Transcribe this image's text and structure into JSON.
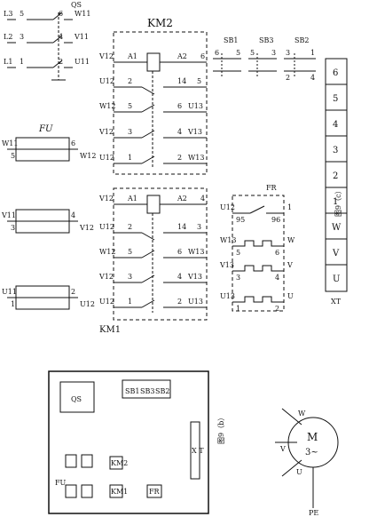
{
  "qs": {
    "rows": [
      {
        "left": "L3",
        "num_l": "5",
        "num_r": "6",
        "right": "W11"
      },
      {
        "left": "L2",
        "num_l": "3",
        "num_r": "4",
        "right": "V11"
      },
      {
        "left": "L1",
        "num_l": "1",
        "num_r": "2",
        "right": "U11"
      }
    ],
    "name": "QS"
  },
  "fu": {
    "name": "FU",
    "blocks": [
      {
        "top_l": "W11",
        "top_n": "5",
        "bot_n": "6",
        "bot_l": "W12"
      },
      {
        "top_l": "V11",
        "top_n": "3",
        "bot_n": "4",
        "bot_l": "V12"
      },
      {
        "top_l": "U11",
        "top_n": "1",
        "bot_n": "2",
        "bot_l": "U12"
      }
    ]
  },
  "km2": {
    "name": "KM2",
    "coil": {
      "top_l": "V12",
      "top_n": "A1",
      "bot_n": "A2",
      "bot_l": "6"
    },
    "rows": [
      {
        "top_l": "U12",
        "top_n": "2",
        "bot_n": "14",
        "bot_l": "5"
      },
      {
        "top_l": "W12",
        "top_n": "5",
        "bot_n": "6",
        "bot_l": "U13"
      },
      {
        "top_l": "V12",
        "top_n": "3",
        "bot_n": "4",
        "bot_l": "V13"
      },
      {
        "top_l": "U12",
        "top_n": "1",
        "bot_n": "2",
        "bot_l": "W13"
      }
    ]
  },
  "km1": {
    "name": "KM1",
    "coil": {
      "top_l": "V12",
      "top_n": "A1",
      "bot_n": "A2",
      "bot_l": "4"
    },
    "rows": [
      {
        "top_l": "U12",
        "top_n": "2",
        "bot_n": "14",
        "bot_l": "3"
      },
      {
        "top_l": "W12",
        "top_n": "5",
        "bot_n": "6",
        "bot_l": "W13"
      },
      {
        "top_l": "V12",
        "top_n": "3",
        "bot_n": "4",
        "bot_l": "V13"
      },
      {
        "top_l": "U12",
        "top_n": "1",
        "bot_n": "2",
        "bot_l": "U13"
      }
    ]
  },
  "sb": {
    "sb1": "SB1",
    "sb3": "SB3",
    "sb2": "SB2",
    "n": [
      "6",
      "5",
      "5",
      "3",
      "3",
      "1",
      "2",
      "4"
    ]
  },
  "fr": {
    "name": "FR",
    "rows": [
      {
        "top_l": "U12",
        "top_n": "95",
        "bot_n": "96",
        "bot_l": "1"
      },
      {
        "top_l": "W13",
        "top_n": "5",
        "bot_n": "6",
        "bot_l": "W"
      },
      {
        "top_l": "V13",
        "top_n": "3",
        "bot_n": "4",
        "bot_l": "V"
      },
      {
        "top_l": "U13",
        "top_n": "1",
        "bot_n": "2",
        "bot_l": "U"
      }
    ]
  },
  "xt": {
    "cells": [
      "6",
      "5",
      "4",
      "3",
      "2",
      "1",
      "W",
      "V",
      "U"
    ],
    "label": "XT"
  },
  "fig_c": "图9（c）",
  "fig_b": "图9（b）",
  "panel": {
    "qs": "QS",
    "sb1": "SB1",
    "sb3": "SB3",
    "sb2": "SB2",
    "fu": "FU",
    "km2": "KM2",
    "km1": "KM1",
    "fr": "FR",
    "xt": "X T"
  },
  "motor": {
    "m": "M",
    "three": "3~",
    "u": "U",
    "v": "V",
    "w": "W",
    "pe": "PE"
  }
}
